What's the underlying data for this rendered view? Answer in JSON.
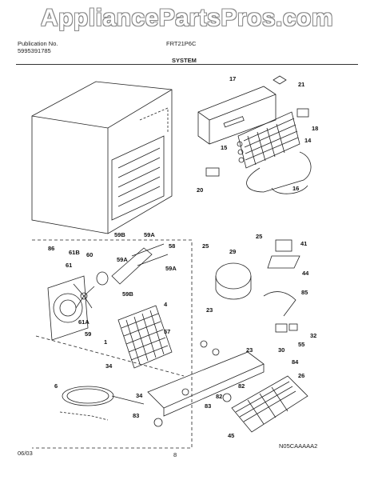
{
  "watermark": "AppliancePartsPros.com",
  "header": {
    "publication_label": "Publication No.",
    "publication_no": "5995391785",
    "model": "FRT21P6C",
    "section": "SYSTEM"
  },
  "footer": {
    "date": "06/03",
    "page": "8",
    "code": "N05CAAAAA2"
  },
  "part_labels": [
    "17",
    "21",
    "18",
    "14",
    "15",
    "16",
    "20",
    "86",
    "61B",
    "60",
    "59B",
    "59A",
    "58",
    "61",
    "59A",
    "59A",
    "59B",
    "61A",
    "59",
    "25",
    "25",
    "29",
    "41",
    "44",
    "85",
    "4",
    "23",
    "57",
    "1",
    "23",
    "34",
    "34",
    "32",
    "55",
    "30",
    "6",
    "84",
    "26",
    "82",
    "83",
    "82",
    "83",
    "45"
  ],
  "colors": {
    "ink": "#222222",
    "background": "#ffffff",
    "watermark_outline": "#888888"
  }
}
